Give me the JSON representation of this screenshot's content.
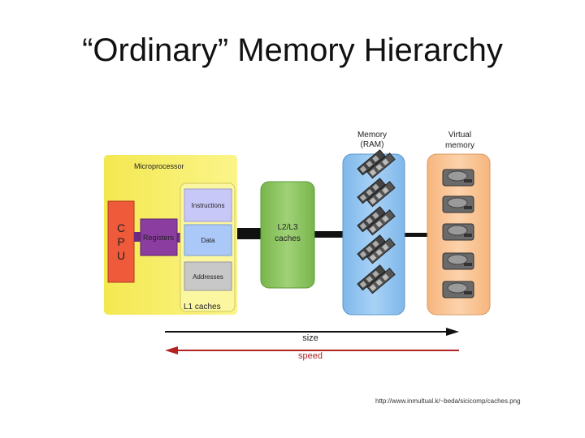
{
  "title": "“Ordinary” Memory Hierarchy",
  "diagram": {
    "microprocessor": "Microprocessor",
    "cpu": [
      "C",
      "P",
      "U"
    ],
    "registers": "Registers",
    "l1": {
      "items": [
        "Instructions",
        "Data",
        "Addresses"
      ],
      "caption": "L1 caches"
    },
    "l2l3": [
      "L2/L3",
      "caches"
    ],
    "memory": [
      "Memory",
      "(RAM)"
    ],
    "virtual": [
      "Virtual",
      "memory"
    ],
    "size_label": "size",
    "speed_label": "speed",
    "colors": {
      "microprocessor": "#f9f16a",
      "cpu": "#ef5a3a",
      "registers": "#8b3da0",
      "l1_item": "#c8c8f8",
      "l1_data": "#aac8f8",
      "addresses": "#c8c8c8",
      "l2": "#8cc462",
      "ram": "#8fc2ef",
      "virtual": "#fbc595",
      "speed_arrow": "#b22222"
    }
  },
  "source": "http://www.inmultual.k/~beda/sicicomp/caches.png"
}
